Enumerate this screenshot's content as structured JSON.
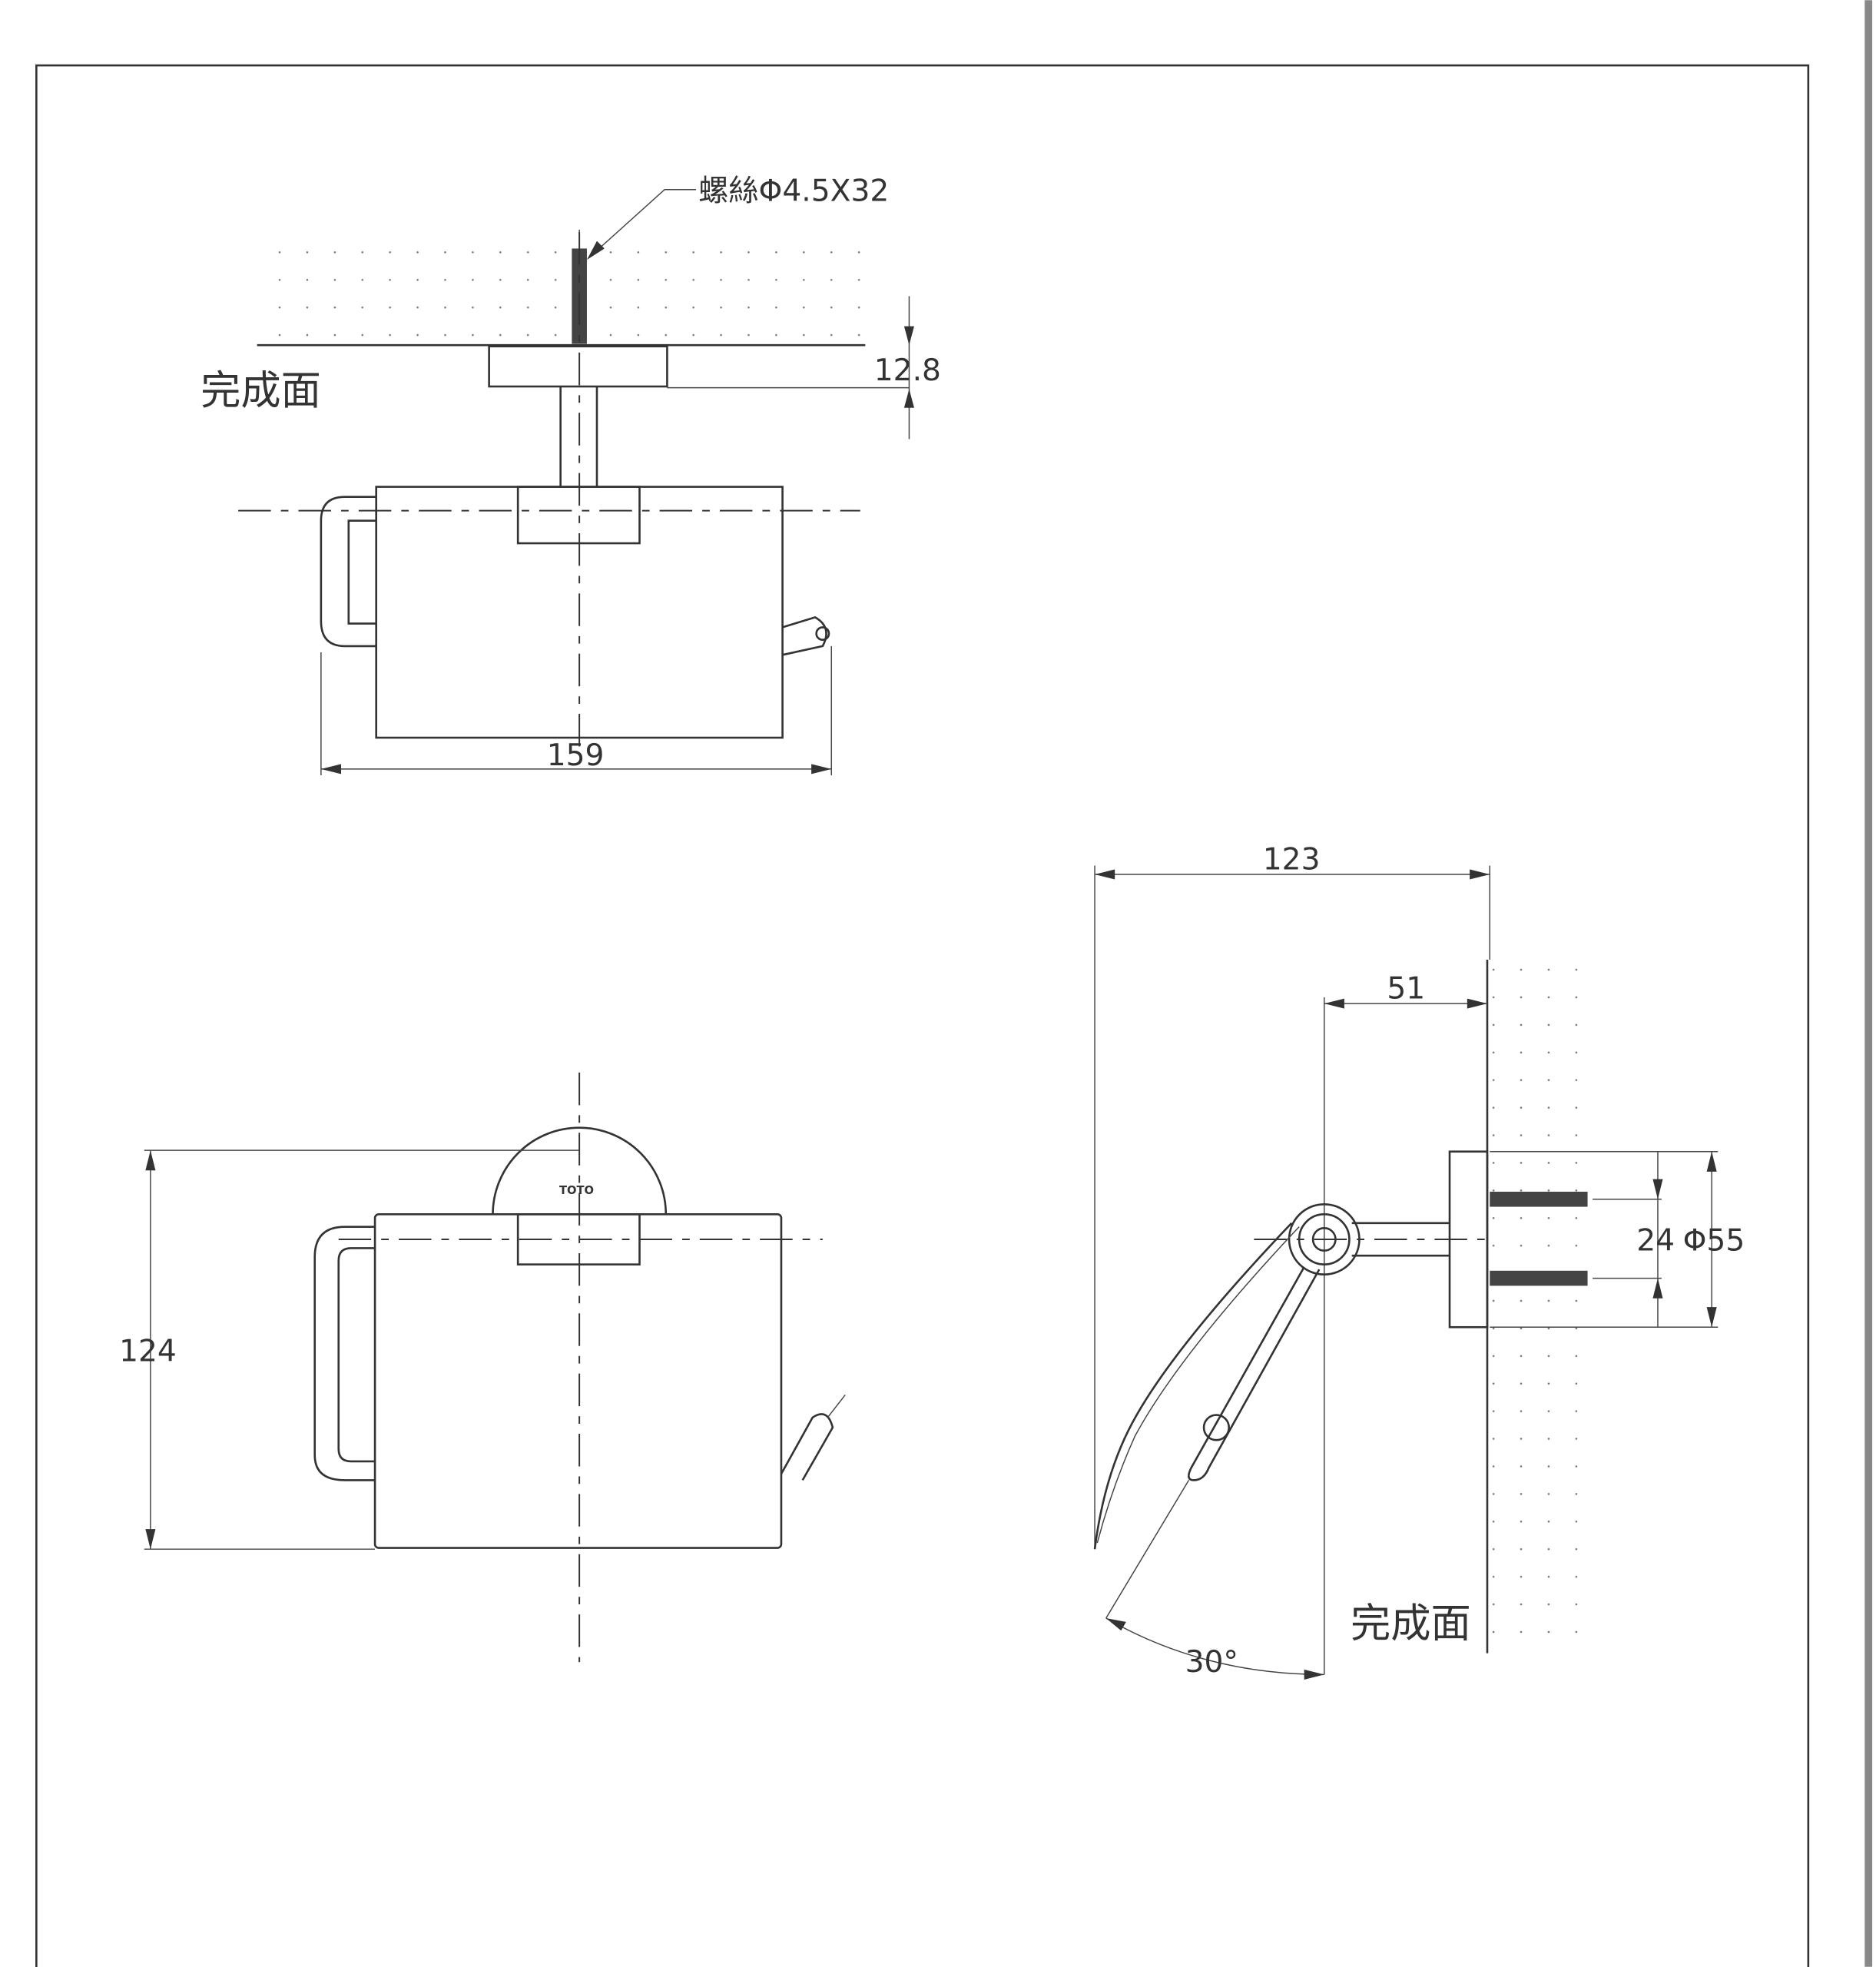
{
  "drawing": {
    "top_view": {
      "screw_label": "螺絲Φ4.5X32",
      "surface_label": "完成面",
      "dim_flange": "12.8",
      "dim_width": "159"
    },
    "front_view": {
      "dim_height": "124",
      "logo_text": "TOTO"
    },
    "side_view": {
      "dim_depth": "123",
      "dim_center": "51",
      "dim_screw_spacing": "24",
      "dim_flange_dia": "Φ55",
      "angle": "30°",
      "surface_label": "完成面"
    }
  }
}
